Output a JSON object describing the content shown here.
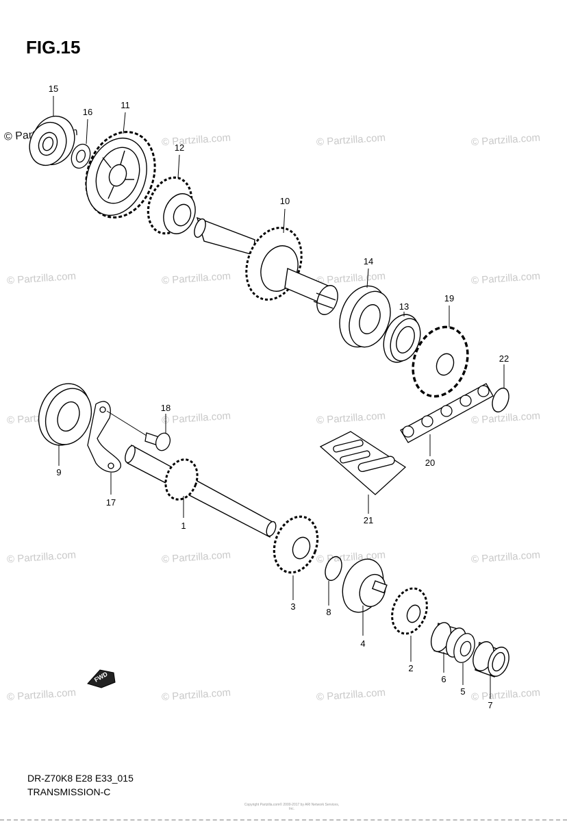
{
  "figure": {
    "title": "FIG.15",
    "model_code": "DR-Z70K8 E28 E33_015",
    "section": "TRANSMISSION-C",
    "copyright_small": "Copyright\nPartzilla.com© 2000-2017 by ARI Network Services, Inc.",
    "fwd_label": "FWD"
  },
  "watermarks": {
    "text": "© Partzilla.com",
    "featured_text": "© Partzilla.com"
  },
  "callouts": [
    {
      "id": "c15",
      "label": "15"
    },
    {
      "id": "c16",
      "label": "16"
    },
    {
      "id": "c11",
      "label": "11"
    },
    {
      "id": "c12",
      "label": "12"
    },
    {
      "id": "c10",
      "label": "10"
    },
    {
      "id": "c14",
      "label": "14"
    },
    {
      "id": "c13",
      "label": "13"
    },
    {
      "id": "c19",
      "label": "19"
    },
    {
      "id": "c22",
      "label": "22"
    },
    {
      "id": "c18",
      "label": "18"
    },
    {
      "id": "c9",
      "label": "9"
    },
    {
      "id": "c17",
      "label": "17"
    },
    {
      "id": "c1",
      "label": "1"
    },
    {
      "id": "c20",
      "label": "20"
    },
    {
      "id": "c21",
      "label": "21"
    },
    {
      "id": "c3",
      "label": "3"
    },
    {
      "id": "c8",
      "label": "8"
    },
    {
      "id": "c4",
      "label": "4"
    },
    {
      "id": "c2",
      "label": "2"
    },
    {
      "id": "c6",
      "label": "6"
    },
    {
      "id": "c5",
      "label": "5"
    },
    {
      "id": "c7",
      "label": "7"
    }
  ]
}
